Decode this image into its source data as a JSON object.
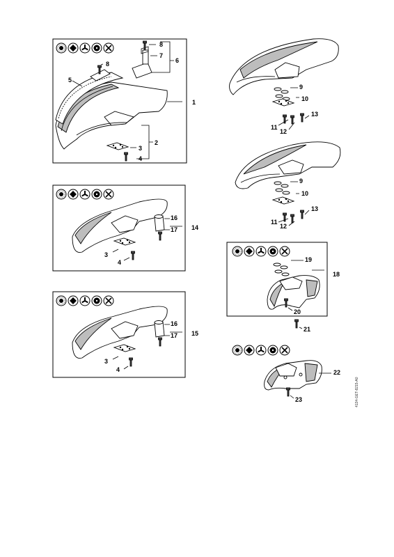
{
  "diagram": {
    "drawing_code": "4134-GET-8215-A0",
    "labels": {
      "g1": {
        "l8": "8",
        "l7": "7",
        "l6": "6",
        "l8b": "8",
        "l5": "5",
        "l1": "1",
        "l2": "2",
        "l3": "3",
        "l4": "4"
      },
      "g2": {
        "l9": "9",
        "l10": "10",
        "l11": "11",
        "l12": "12",
        "l13": "13"
      },
      "g3": {
        "l9": "9",
        "l10": "10",
        "l11": "11",
        "l12": "12",
        "l13": "13"
      },
      "g4": {
        "l16": "16",
        "l17": "17",
        "l14": "14",
        "l3": "3",
        "l4": "4"
      },
      "g5": {
        "l16": "16",
        "l17": "17",
        "l15": "15",
        "l3": "3",
        "l4": "4"
      },
      "g6": {
        "l19": "19",
        "l18": "18",
        "l20": "20",
        "l21": "21"
      },
      "g7": {
        "l22": "22",
        "l23": "23"
      }
    },
    "icons": [
      "grass-blade-icon",
      "square-blade-icon",
      "three-blade-icon",
      "circular-saw-icon",
      "crossed-tool-icon"
    ]
  }
}
